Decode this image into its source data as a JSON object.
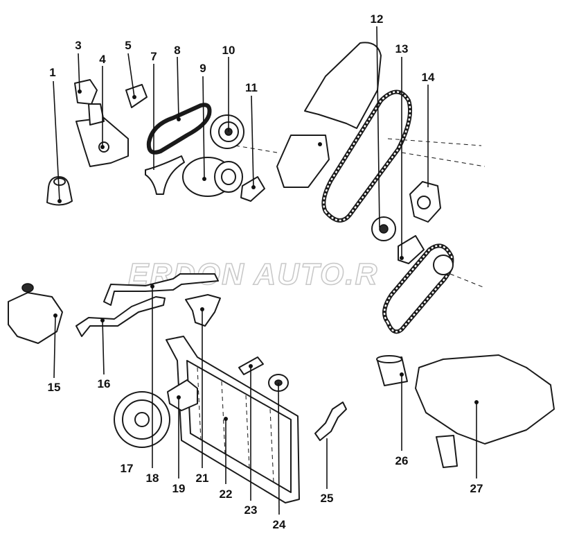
{
  "watermark": "ERDON AUTO.R",
  "callouts": [
    {
      "id": "1",
      "label": "1"
    },
    {
      "id": "3",
      "label": "3"
    },
    {
      "id": "4",
      "label": "4"
    },
    {
      "id": "5",
      "label": "5"
    },
    {
      "id": "7",
      "label": "7"
    },
    {
      "id": "8",
      "label": "8"
    },
    {
      "id": "9",
      "label": "9"
    },
    {
      "id": "10",
      "label": "10"
    },
    {
      "id": "11",
      "label": "11"
    },
    {
      "id": "12",
      "label": "12"
    },
    {
      "id": "13",
      "label": "13"
    },
    {
      "id": "14",
      "label": "14"
    },
    {
      "id": "15",
      "label": "15"
    },
    {
      "id": "16",
      "label": "16"
    },
    {
      "id": "17",
      "label": "17"
    },
    {
      "id": "18",
      "label": "18"
    },
    {
      "id": "19",
      "label": "19"
    },
    {
      "id": "21",
      "label": "21"
    },
    {
      "id": "22",
      "label": "22"
    },
    {
      "id": "23",
      "label": "23"
    },
    {
      "id": "24",
      "label": "24"
    },
    {
      "id": "25",
      "label": "25"
    },
    {
      "id": "26",
      "label": "26"
    },
    {
      "id": "27",
      "label": "27"
    }
  ]
}
